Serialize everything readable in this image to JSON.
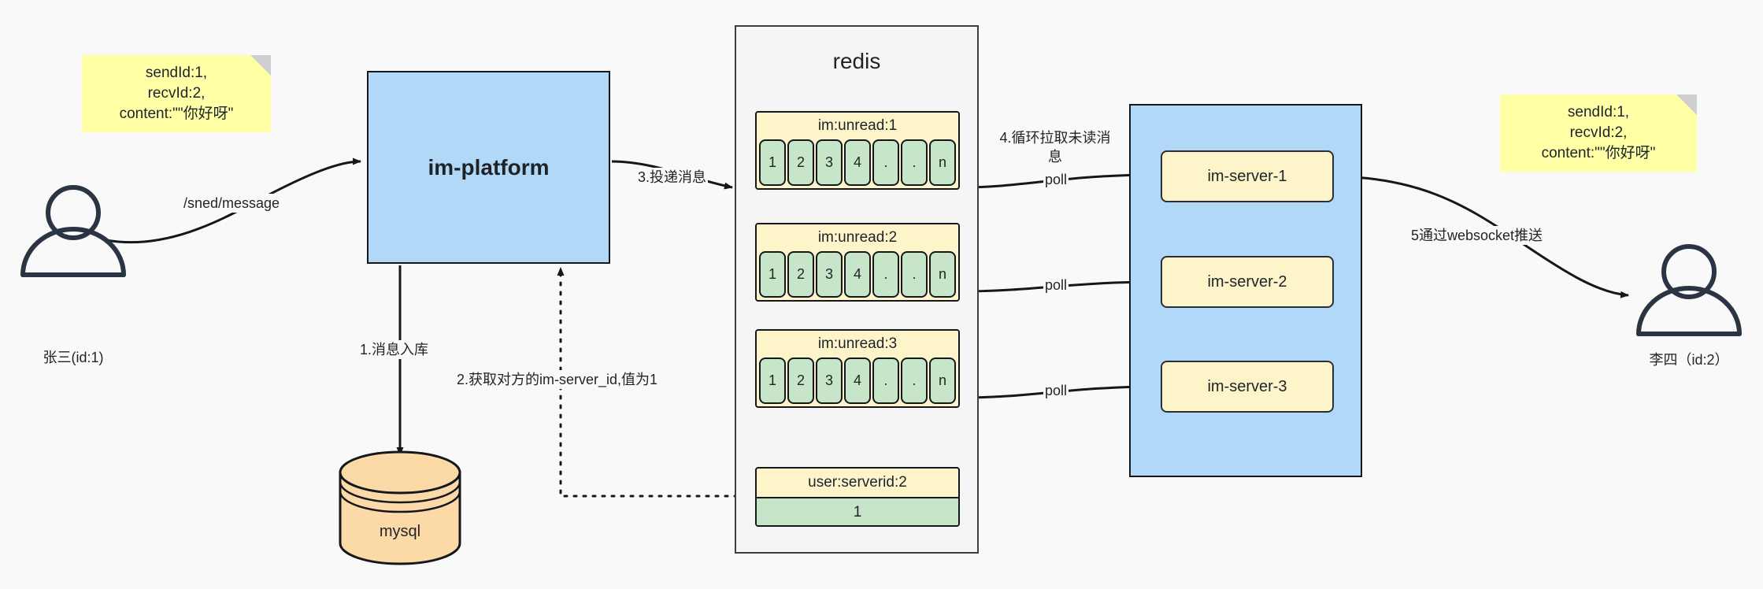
{
  "diagram": {
    "title": "IM message delivery architecture",
    "colors": {
      "blue_fill": "#b1d9f7",
      "yellow_note": "#ffffa6",
      "yellow_block": "#fdf5c9",
      "green_cell": "#c7e6c9",
      "orange_db": "#fcdaa7",
      "stroke": "#14171c",
      "canvas": "#f9f9f9"
    }
  },
  "notes": {
    "left": "sendId:1,\nrecvId:2,\ncontent:\"\"你好呀\"",
    "right": "sendId:1,\nrecvId:2,\ncontent:\"\"你好呀\""
  },
  "actors": {
    "sender": "张三(id:1)",
    "receiver": "李四（id:2）"
  },
  "services": {
    "platform": "im-platform",
    "database": "mysql",
    "redis_title": "redis"
  },
  "redis": {
    "lists": [
      {
        "key": "im:unread:1",
        "cells": [
          "1",
          "2",
          "3",
          "4",
          ".",
          ".",
          "n"
        ]
      },
      {
        "key": "im:unread:2",
        "cells": [
          "1",
          "2",
          "3",
          "4",
          ".",
          ".",
          "n"
        ]
      },
      {
        "key": "im:unread:3",
        "cells": [
          "1",
          "2",
          "3",
          "4",
          ".",
          ".",
          "n"
        ]
      }
    ],
    "kv": {
      "key": "user:serverid:2",
      "value": "1"
    }
  },
  "servers": [
    {
      "label": "im-server-1"
    },
    {
      "label": "im-server-2"
    },
    {
      "label": "im-server-3"
    }
  ],
  "edges": {
    "send_message": "/sned/message",
    "step1": "1.消息入库",
    "step2": "2.获取对方的im-server_id,值为1",
    "step3": "3.投递消息",
    "step4": "4.循环拉取未读消\n息",
    "step5": "5通过websocket推送",
    "poll1": "poll",
    "poll2": "poll",
    "poll3": "poll"
  }
}
